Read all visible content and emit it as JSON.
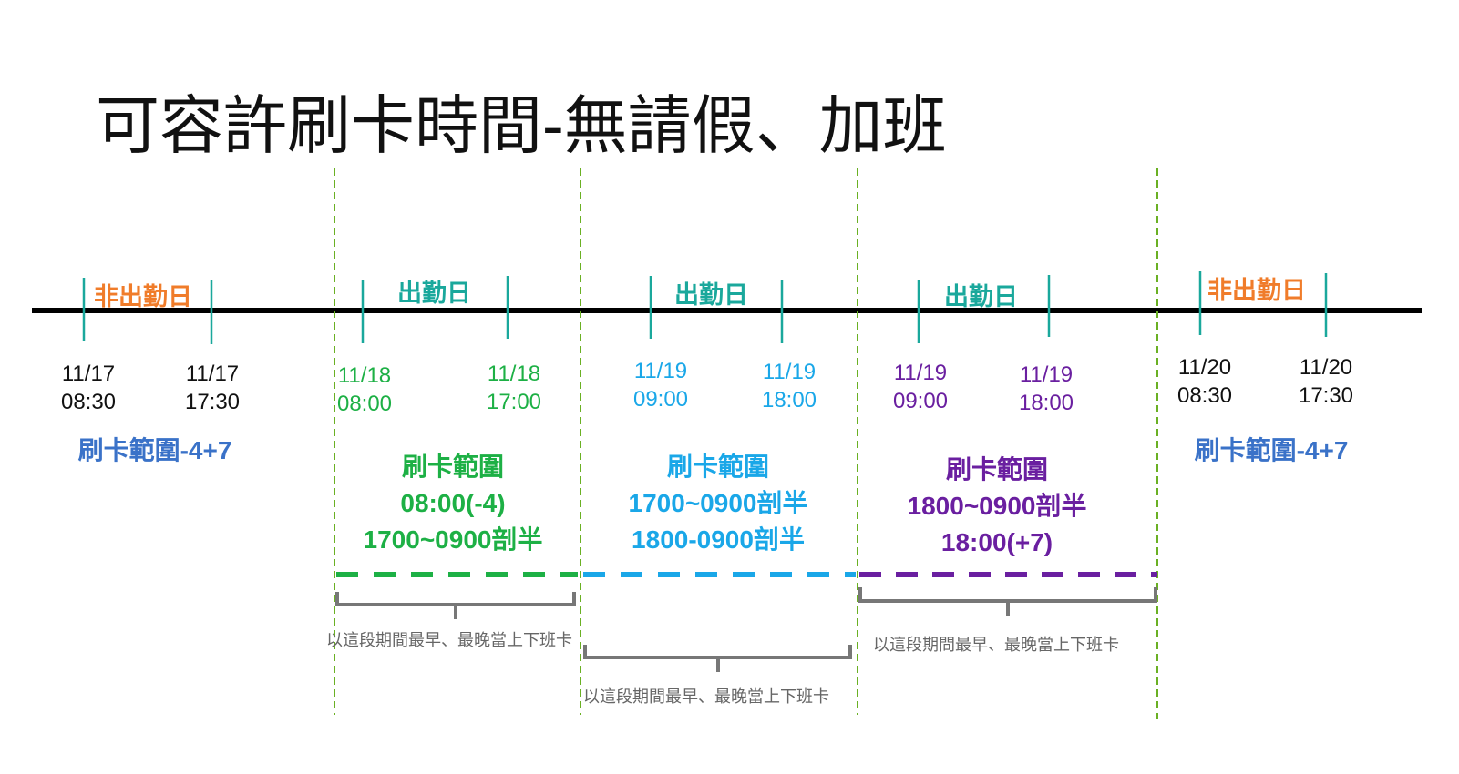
{
  "title": "可容許刷卡時間-無請假、加班",
  "colors": {
    "off_day": "#f07c2a",
    "work_day": "#1aa89c",
    "day1": "#1db045",
    "day2": "#1aa7e8",
    "day3": "#6a1fa0",
    "range_off": "#3a72c8",
    "guide": "#6ab023",
    "bracket": "#777777"
  },
  "days": [
    {
      "label": "非出勤日",
      "start": "11/17\n08:30",
      "end": "11/17\n17:30",
      "range": [
        "刷卡範圍-4+7"
      ]
    },
    {
      "label": "出勤日",
      "start": "11/18\n08:00",
      "end": "11/18\n17:00",
      "range": [
        "刷卡範圍",
        "08:00(-4)",
        "1700~0900剖半"
      ]
    },
    {
      "label": "出勤日",
      "start": "11/19\n09:00",
      "end": "11/19\n18:00",
      "range": [
        "刷卡範圍",
        "1700~0900剖半",
        "1800-0900剖半"
      ]
    },
    {
      "label": "出勤日",
      "start": "11/19\n09:00",
      "end": "11/19\n18:00",
      "range": [
        "刷卡範圍",
        "1800~0900剖半",
        "18:00(+7)"
      ]
    },
    {
      "label": "非出勤日",
      "start": "11/20\n08:30",
      "end": "11/20\n17:30",
      "range": [
        "刷卡範圍-4+7"
      ]
    }
  ],
  "note": "以這段期間最早、最晚當上下班卡"
}
